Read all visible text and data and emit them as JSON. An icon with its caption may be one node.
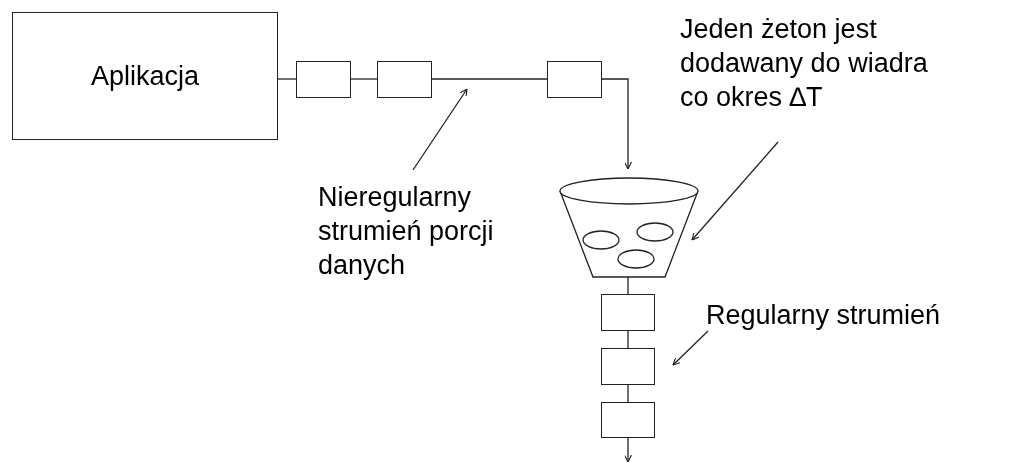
{
  "diagram": {
    "nodes": [
      {
        "text": [
          "Aplikacja"
        ]
      },
      {
        "text": [],
        "shape": "box"
      },
      {
        "text": [],
        "shape": "box"
      },
      {
        "text": [],
        "shape": "box"
      },
      {
        "text": [],
        "shape": "bucket"
      },
      {
        "text": [],
        "shape": "box"
      },
      {
        "text": [],
        "shape": "box"
      },
      {
        "text": [],
        "shape": "box"
      },
      {
        "text": [
          "Nieregularny strumień porcji danych"
        ]
      },
      {
        "text": [
          "Jeden żeton jest dodawany do wiadra co okres ∆T"
        ]
      },
      {
        "text": [
          "Regularny strumień"
        ]
      }
    ],
    "edges": [
      {
        "from": 0,
        "to": 1,
        "arrow": "none"
      },
      {
        "from": 1,
        "to": 2,
        "arrow": "none"
      },
      {
        "from": 2,
        "to": 3,
        "arrow": "none"
      },
      {
        "from": 3,
        "to": 4,
        "arrow": "to"
      },
      {
        "from": 4,
        "to": 5,
        "arrow": "none"
      },
      {
        "from": 5,
        "to": 6,
        "arrow": "none"
      },
      {
        "from": 6,
        "to": 7,
        "arrow": "none"
      },
      {
        "from": 7,
        "to": null,
        "arrow": "to"
      },
      {
        "from": 8,
        "to": null,
        "arrow": "to"
      },
      {
        "from": 9,
        "to": 4,
        "arrow": "to"
      },
      {
        "from": 10,
        "to": 6,
        "arrow": "to"
      }
    ]
  }
}
